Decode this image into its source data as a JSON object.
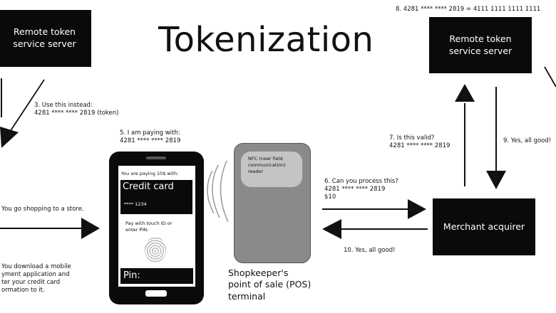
{
  "title": "Tokenization",
  "boxes": {
    "server_left": "Remote token\nservice server",
    "server_right": "Remote token\nservice server",
    "merchant": "Merchant acquirer"
  },
  "labels": {
    "step8": "8. 4281 **** **** 2819 = 4111 1111 1111 1111",
    "step3": "3. Use this instead:\n4281 **** **** 2819 (token)",
    "step5": "5. I am paying with:\n4281 **** **** 2819",
    "step7": "7. Is this valid?\n4281 **** **** 2819",
    "step9": "9. Yes, all good!",
    "step6": "6. Can you process this?\n4281 **** **** 2819\n$10",
    "step10": "10. Yes, all good!",
    "step_shop": "You go shopping to a store.",
    "step_download": "You download a mobile\nyment application and\nter your credit card\normation to it."
  },
  "phone": {
    "paying": "You are paying 10$ with:",
    "card_title": "Credit card",
    "card_number": "**** 1234",
    "touch": "Pay with touch ID or\nenter PIN:",
    "pin": "Pin:"
  },
  "pos": {
    "nfc": "NFC (near field\ncommunication)\nreader",
    "caption": "Shopkeeper's\npoint of sale (POS)\nterminal"
  },
  "colors": {
    "box": "#0a0a0a",
    "pos_body": "#8a8a8a",
    "nfc_reader": "#c4c4c4",
    "arrow": "#111111"
  }
}
